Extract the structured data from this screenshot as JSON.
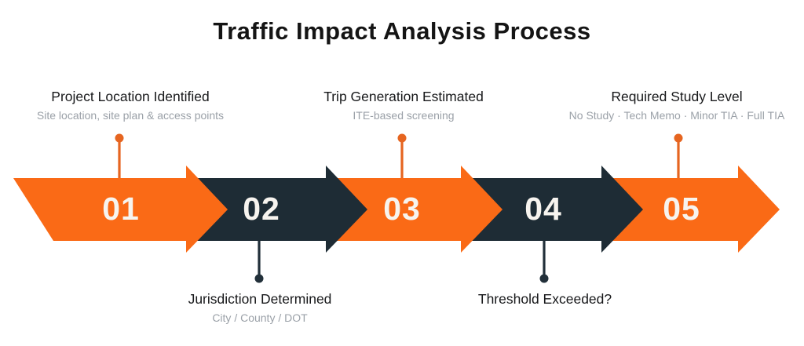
{
  "title": "Traffic Impact Analysis Process",
  "colors": {
    "arrow_orange": "#FA6A16",
    "arrow_dark": "#1E2C35",
    "connector_orange": "#E66520",
    "connector_dark": "#22303A",
    "title_text": "#141414",
    "step_title_text": "#17181A",
    "subtitle_text": "#9BA1A8",
    "number_text": "#F7F4EF",
    "background": "#FFFFFF"
  },
  "steps": [
    {
      "number": "01",
      "title": "Project Location Identified",
      "subtitle": "Site location, site plan & access points",
      "color": "orange",
      "label_position": "top"
    },
    {
      "number": "02",
      "title": "Jurisdiction Determined",
      "subtitle": "City / County / DOT",
      "color": "dark",
      "label_position": "bottom"
    },
    {
      "number": "03",
      "title": "Trip Generation Estimated",
      "subtitle": "ITE-based screening",
      "color": "orange",
      "label_position": "top"
    },
    {
      "number": "04",
      "title": "Threshold Exceeded?",
      "color": "dark",
      "label_position": "bottom"
    },
    {
      "number": "05",
      "title": "Required Study Level",
      "subtitle": "No Study · Tech Memo · Minor TIA · Full TIA",
      "color": "orange",
      "label_position": "top"
    }
  ]
}
